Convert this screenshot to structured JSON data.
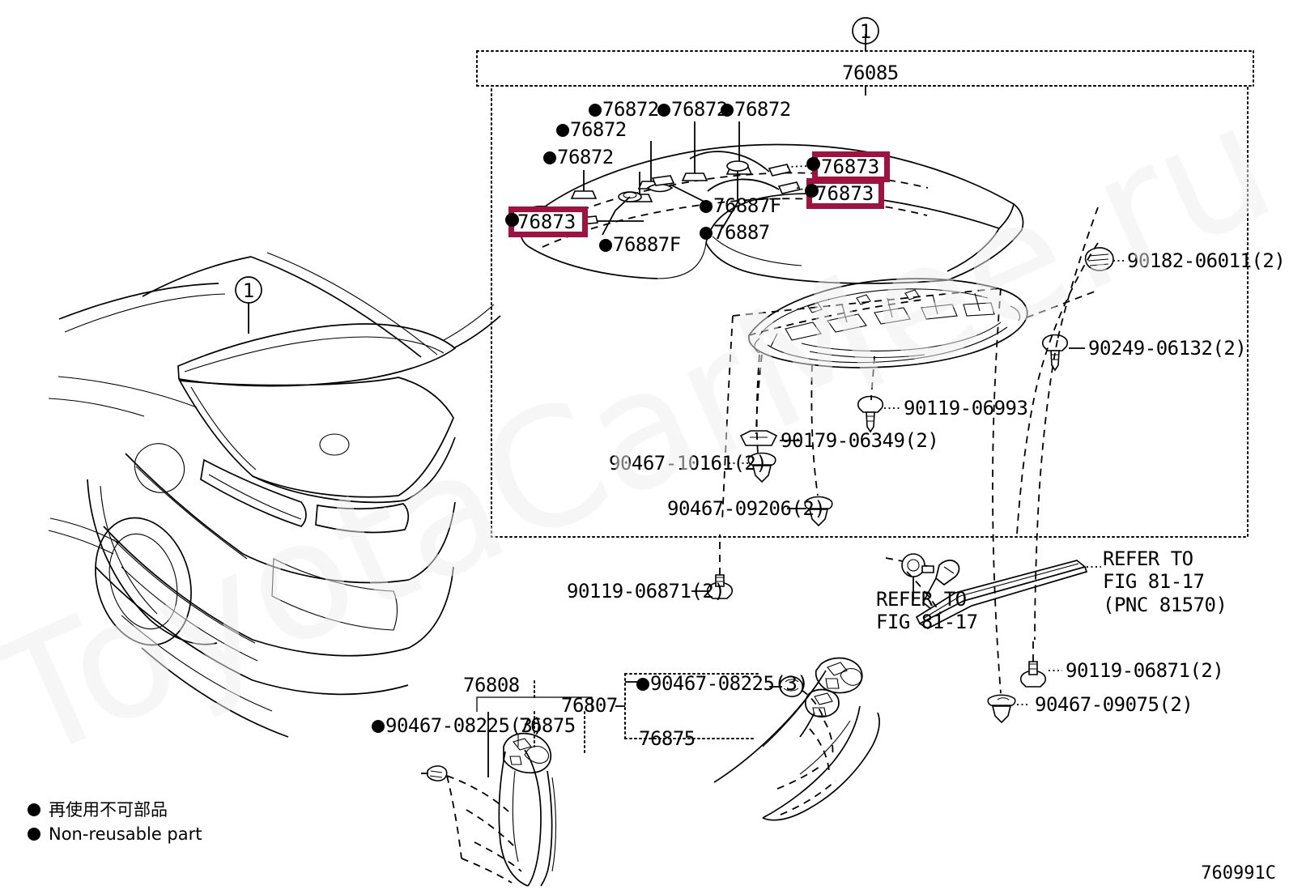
{
  "diagram": {
    "code": "760991C",
    "callout_number": "1",
    "group_label": "76085",
    "watermark": "ToyotaCarMee.ru"
  },
  "legend": {
    "jp": "再使用不可部品",
    "en": "Non-reusable part"
  },
  "vehicle": {
    "callout": "1"
  },
  "labels": {
    "clip_76872_a": "76872",
    "clip_76872_b": "76872",
    "clip_76872_c": "76872",
    "clip_76872_d": "76872",
    "clip_76872_e": "76872",
    "clip_76887f_a": "76887F",
    "clip_76887f_b": "76887F",
    "clip_76887": "76887",
    "nut_90182": "90182-06011(2)",
    "screw_90249": "90249-06132(2)",
    "screw_90119_06993": "90119-06993",
    "nut_90179": "90179-06349(2)",
    "clip_90467_10161": "90467-10161(2)",
    "clip_90467_09206": "90467-09206(2)",
    "screw_90119_06871_a": "90119-06871(2)",
    "screw_90119_06871_b": "90119-06871(2)",
    "clip_90467_09075": "90467-09075(2)",
    "refer_left": "REFER TO\nFIG 81-17",
    "refer_left_l1": "REFER TO",
    "refer_left_l2": "FIG 81-17",
    "refer_right_l1": "REFER TO",
    "refer_right_l2": "FIG 81-17",
    "refer_right_l3": "(PNC 81570)",
    "assy_76808": "76808",
    "assy_76807": "76807",
    "part_76875_a": "76875",
    "part_76875_b": "76875",
    "clip_90467_08225_a": "90467-08225(3)",
    "clip_90467_08225_b": "90467-08225(3)"
  },
  "highlights": [
    {
      "id": "hl-left",
      "text": "76873"
    },
    {
      "id": "hl-right-top",
      "text": "76873"
    },
    {
      "id": "hl-right-bottom",
      "text": "76873"
    }
  ],
  "colors": {
    "highlight": "#a11240",
    "ink": "#000000",
    "background": "#ffffff"
  }
}
